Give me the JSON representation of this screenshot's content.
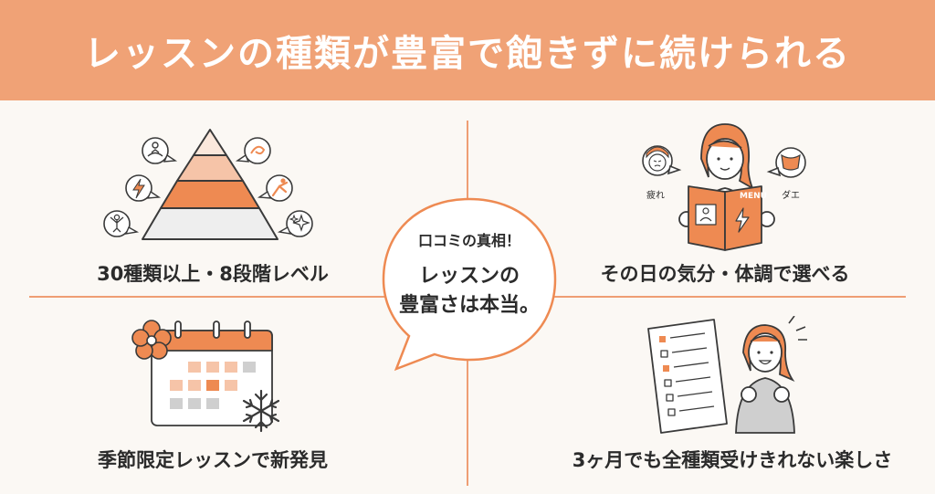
{
  "banner": {
    "title": "レッスンの種類が豊富で飽きずに続けられる"
  },
  "center_bubble": {
    "subtitle": "口コミの真相！",
    "line1": "レッスンの",
    "line2": "豊富さは本当。"
  },
  "quadrants": {
    "top_left": {
      "caption": "30種類以上・8段階レベル"
    },
    "top_right": {
      "caption": "その日の気分・体調で選べる",
      "menu_label": "MENU",
      "tag_left": "疲れ",
      "tag_right": "ダエ"
    },
    "bottom_left": {
      "caption": "季節限定レッスンで新発見"
    },
    "bottom_right": {
      "caption": "3ヶ月でも全種類受けきれない楽しさ"
    }
  },
  "colors": {
    "accent": "#f0a276",
    "accent_dark": "#ee8a52",
    "accent_light": "#f6c4a8",
    "line": "#3a3a3a",
    "background": "#fbf8f4"
  },
  "icons": [
    "pyramid-icon",
    "yoga-meditation-icon",
    "lightning-icon",
    "yoga-pose-icon",
    "stretch-icon",
    "sparkle-icon",
    "swirl-icon",
    "woman-reading-icon",
    "menu-book-icon",
    "tired-face-icon",
    "body-icon",
    "calendar-icon",
    "sakura-icon",
    "snowflake-icon",
    "checklist-icon",
    "excited-woman-icon"
  ]
}
